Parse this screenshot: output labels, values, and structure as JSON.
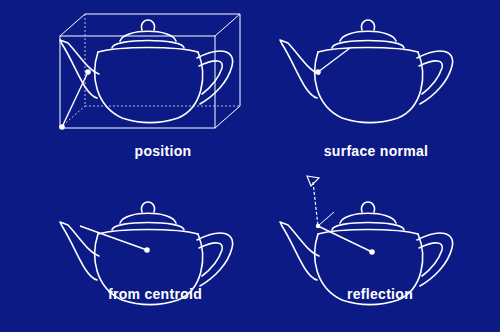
{
  "diagram": {
    "labels": [
      "position",
      "surface normal",
      "from centroid",
      "reflection"
    ]
  }
}
